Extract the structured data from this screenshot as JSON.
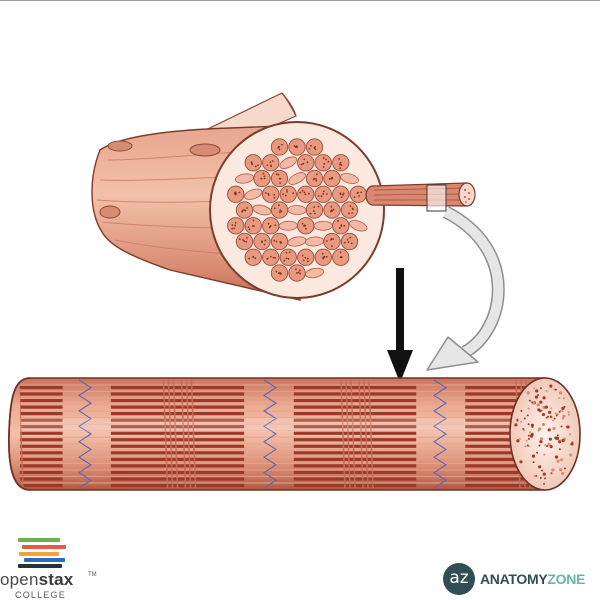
{
  "brand_left": {
    "word_light": "open",
    "word_bold": "stax",
    "trademark": "TM",
    "subtitle": "COLLEGE",
    "stripe_colors": [
      "#6ab04c",
      "#e2584a",
      "#f1a23a",
      "#2d6cb5",
      "#2a2f3c"
    ]
  },
  "brand_right": {
    "badge": "az",
    "word_dark": "ANATOMY",
    "word_light": "ZONE",
    "colors": {
      "dark": "#2f4f54",
      "light": "#6fb3a8"
    }
  },
  "colors": {
    "muscle": "#e0937a",
    "muscle_dark": "#b9583f",
    "filament_dark": "#9c3a2a",
    "z_line": "#5a67b8",
    "arrow_black": "#111111",
    "arrow_gray": "#bdbdbd"
  }
}
